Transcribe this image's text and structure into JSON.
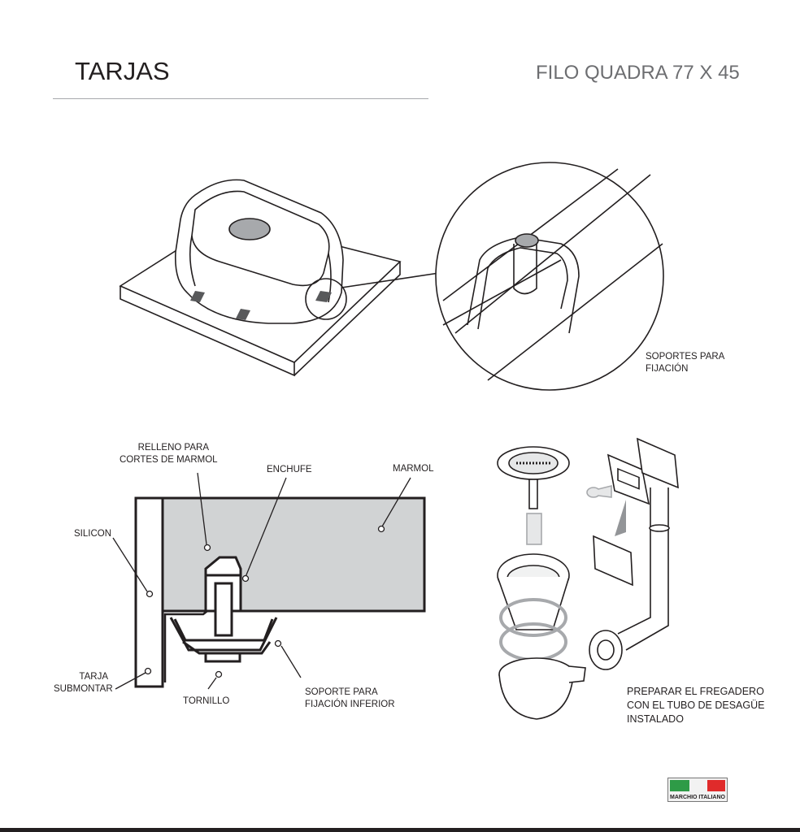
{
  "header": {
    "title": "TARJAS",
    "model": "FILO QUADRA 77 X 45"
  },
  "figure_top": {
    "label": [
      "SOPORTES PARA",
      "FIJACIÓN"
    ]
  },
  "figure_section": {
    "labels": {
      "relleno": [
        "RELLENO PARA",
        "CORTES DE MARMOL"
      ],
      "enchufe": "ENCHUFE",
      "marmol": "MARMOL",
      "silicon": "SILICON",
      "tarja": [
        "TARJA",
        "SUBMONTAR"
      ],
      "tornillo": "TORNILLO",
      "soporte": [
        "SOPORTE PARA",
        "FIJACIÓN INFERIOR"
      ]
    }
  },
  "figure_drain": {
    "caption": [
      "PREPARAR EL FREGADERO",
      "CON EL TUBO DE DESAGÜE",
      "INSTALADO"
    ]
  },
  "badge": {
    "text": "MARCHIO ITALIANO",
    "colors": {
      "green": "#2e9b47",
      "red": "#e02b2b"
    }
  },
  "colors": {
    "marble": "#d1d3d4",
    "line": "#231f20"
  }
}
